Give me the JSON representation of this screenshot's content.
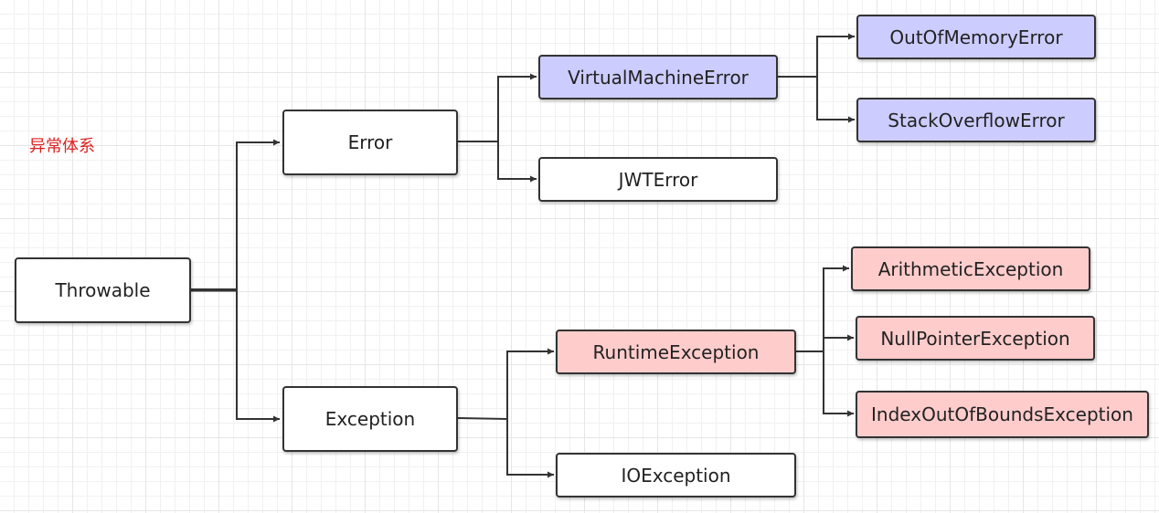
{
  "title": "异常体系",
  "colors": {
    "line": "#333333",
    "error_fill": "#ccccff",
    "exception_fill": "#ffcccc",
    "title": "#e02020"
  },
  "nodes": {
    "throwable": "Throwable",
    "error": "Error",
    "exception": "Exception",
    "virtual_machine_error": "VirtualMachineError",
    "jwt_error": "JWTError",
    "out_of_memory_error": "OutOfMemoryError",
    "stack_overflow_error": "StackOverflowError",
    "runtime_exception": "RuntimeException",
    "io_exception": "IOException",
    "arithmetic_exception": "ArithmeticException",
    "null_pointer_exception": "NullPointerException",
    "index_out_of_bounds_exception": "IndexOutOfBoundsException"
  },
  "edges": [
    {
      "from": "Throwable",
      "to": "Error"
    },
    {
      "from": "Throwable",
      "to": "Exception"
    },
    {
      "from": "Error",
      "to": "VirtualMachineError"
    },
    {
      "from": "Error",
      "to": "JWTError"
    },
    {
      "from": "VirtualMachineError",
      "to": "OutOfMemoryError"
    },
    {
      "from": "VirtualMachineError",
      "to": "StackOverflowError"
    },
    {
      "from": "Exception",
      "to": "RuntimeException"
    },
    {
      "from": "Exception",
      "to": "IOException"
    },
    {
      "from": "RuntimeException",
      "to": "ArithmeticException"
    },
    {
      "from": "RuntimeException",
      "to": "NullPointerException"
    },
    {
      "from": "RuntimeException",
      "to": "IndexOutOfBoundsException"
    }
  ]
}
